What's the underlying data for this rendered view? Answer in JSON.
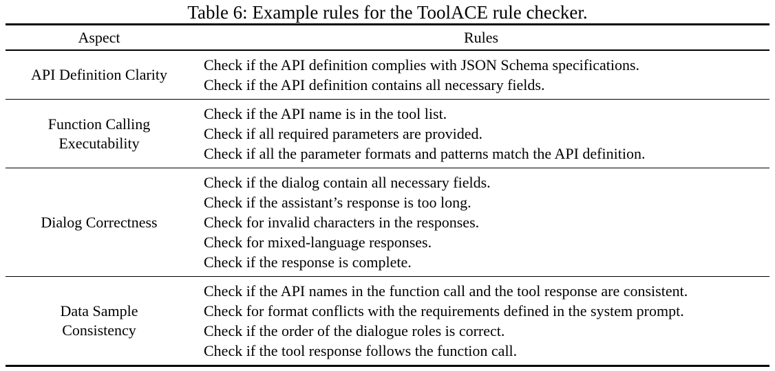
{
  "caption": "Table 6: Example rules for the ToolACE rule checker.",
  "table": {
    "headers": {
      "aspect": "Aspect",
      "rules": "Rules"
    },
    "rows": [
      {
        "aspect": [
          "API Definition Clarity"
        ],
        "rules": [
          "Check if the API definition complies with JSON Schema specifications.",
          "Check if the API definition contains all necessary fields."
        ]
      },
      {
        "aspect": [
          "Function Calling",
          "Executability"
        ],
        "rules": [
          "Check if the API name is in the tool list.",
          "Check if all required parameters are provided.",
          "Check if all the parameter formats and patterns match the API definition."
        ]
      },
      {
        "aspect": [
          "Dialog Correctness"
        ],
        "rules": [
          "Check if the dialog contain all necessary fields.",
          "Check if the assistant’s response is too long.",
          "Check for invalid characters in the responses.",
          "Check for mixed-language responses.",
          "Check if the response is complete."
        ]
      },
      {
        "aspect": [
          "Data Sample",
          "Consistency"
        ],
        "rules": [
          "Check if the API names in the function call and the tool response are consistent.",
          "Check for format conflicts with the requirements defined in the system prompt.",
          "Check if the order of the dialogue roles is correct.",
          "Check if the tool response follows the function call."
        ]
      }
    ]
  }
}
